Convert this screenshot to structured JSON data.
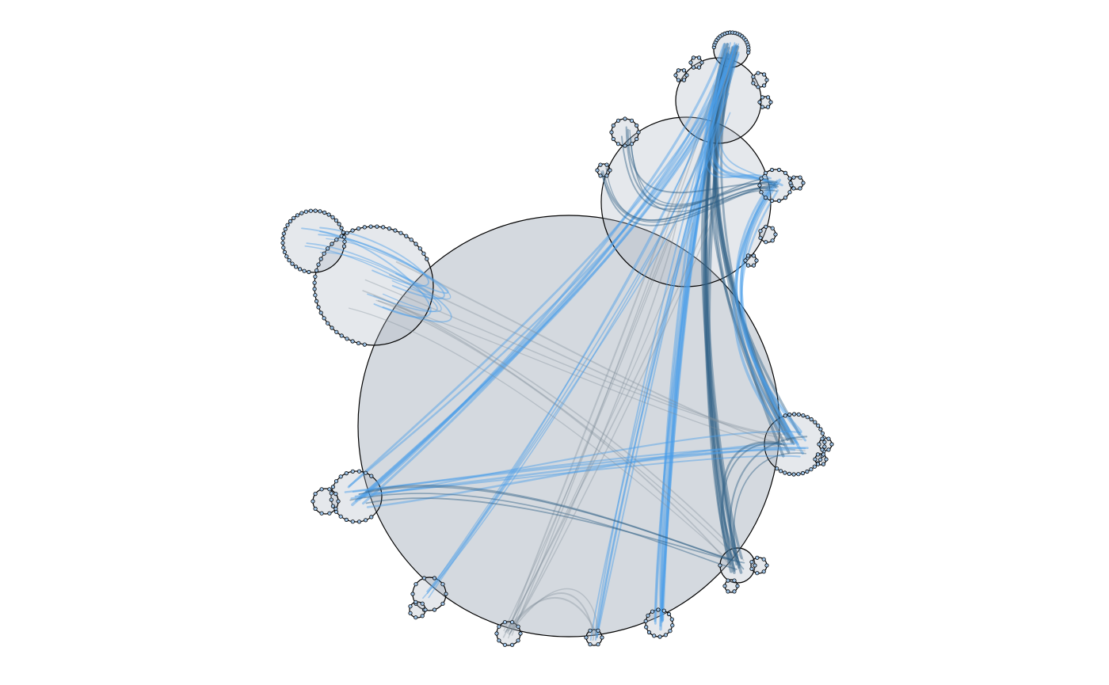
{
  "diagram": {
    "kind": "nested-circle-packing-with-hierarchical-edge-bundling",
    "colors": {
      "background": "#ffffff",
      "group_fill": "#a9b4bf",
      "group_fill_light": "#c9d2db",
      "group_stroke": "#000000",
      "leaf_fill": "#9fc3e6",
      "leaf_stroke": "#000000",
      "edge_light": "#4a9ee8",
      "edge_dark": "#2e5f86",
      "edge_gray": "#7d8b97"
    },
    "groups": [
      {
        "id": "root",
        "parent": null,
        "leaves": 0
      },
      {
        "id": "top-right-large",
        "parent": "root",
        "leaves": 0
      },
      {
        "id": "top-right-mid",
        "parent": "top-right-large",
        "leaves": 0
      },
      {
        "id": "top-cluster",
        "parent": "top-right-mid",
        "leaves": 22
      },
      {
        "id": "top-small-a",
        "parent": "top-right-mid",
        "leaves": 6
      },
      {
        "id": "top-small-b",
        "parent": "top-right-mid",
        "leaves": 6
      },
      {
        "id": "top-small-c",
        "parent": "top-right-mid",
        "leaves": 7
      },
      {
        "id": "top-small-d",
        "parent": "top-right-mid",
        "leaves": 6
      },
      {
        "id": "upper-mid-small",
        "parent": "top-right-large",
        "leaves": 12
      },
      {
        "id": "upper-left-tiny",
        "parent": "top-right-large",
        "leaves": 6
      },
      {
        "id": "right-upper-a",
        "parent": "top-right-large",
        "leaves": 14
      },
      {
        "id": "right-upper-b",
        "parent": "top-right-large",
        "leaves": 6
      },
      {
        "id": "right-mid-small",
        "parent": "top-right-large",
        "leaves": 7
      },
      {
        "id": "right-lower-small",
        "parent": "top-right-large",
        "leaves": 6
      },
      {
        "id": "upper-left-large",
        "parent": "root",
        "leaves": 40
      },
      {
        "id": "upper-left-far",
        "parent": "upper-left-large",
        "leaves": 32
      },
      {
        "id": "right-cluster",
        "parent": "root",
        "leaves": 28
      },
      {
        "id": "right-cluster-a",
        "parent": "right-cluster",
        "leaves": 6
      },
      {
        "id": "right-cluster-b",
        "parent": "right-cluster",
        "leaves": 6
      },
      {
        "id": "left-lower",
        "parent": "root",
        "leaves": 18
      },
      {
        "id": "left-lower-far",
        "parent": "left-lower",
        "leaves": 10
      },
      {
        "id": "bottom-right-mid",
        "parent": "root",
        "leaves": 2
      },
      {
        "id": "bottom-right-a",
        "parent": "bottom-right-mid",
        "leaves": 7
      },
      {
        "id": "bottom-right-b",
        "parent": "bottom-right-mid",
        "leaves": 6
      },
      {
        "id": "bottom-left-mid",
        "parent": "root",
        "leaves": 10
      },
      {
        "id": "bottom-left-tiny",
        "parent": "bottom-left-mid",
        "leaves": 7
      },
      {
        "id": "bottom-a",
        "parent": "root",
        "leaves": 10
      },
      {
        "id": "bottom-b",
        "parent": "root",
        "leaves": 6
      },
      {
        "id": "bottom-c",
        "parent": "root",
        "leaves": 14
      }
    ],
    "edge_bundles": [
      {
        "from": "top-cluster",
        "to": "bottom-c",
        "count": 9,
        "tone": "light",
        "weight": "heavy"
      },
      {
        "from": "top-cluster",
        "to": "right-cluster",
        "count": 8,
        "tone": "dark",
        "weight": "heavy"
      },
      {
        "from": "top-cluster",
        "to": "bottom-right-mid",
        "count": 8,
        "tone": "dark",
        "weight": "heavy"
      },
      {
        "from": "top-cluster",
        "to": "left-lower",
        "count": 7,
        "tone": "light",
        "weight": "heavy"
      },
      {
        "from": "top-cluster",
        "to": "bottom-b",
        "count": 5,
        "tone": "light",
        "weight": "medium"
      },
      {
        "from": "top-cluster",
        "to": "bottom-a",
        "count": 4,
        "tone": "gray",
        "weight": "light"
      },
      {
        "from": "top-cluster",
        "to": "right-upper-a",
        "count": 6,
        "tone": "light",
        "weight": "medium"
      },
      {
        "from": "top-right-mid",
        "to": "bottom-left-mid",
        "count": 5,
        "tone": "light",
        "weight": "light"
      },
      {
        "from": "right-upper-a",
        "to": "right-cluster",
        "count": 6,
        "tone": "light",
        "weight": "heavy"
      },
      {
        "from": "right-cluster",
        "to": "left-lower",
        "count": 6,
        "tone": "light",
        "weight": "medium"
      },
      {
        "from": "right-cluster",
        "to": "upper-left-large",
        "count": 4,
        "tone": "gray",
        "weight": "light"
      },
      {
        "from": "right-cluster",
        "to": "bottom-right-mid",
        "count": 4,
        "tone": "dark",
        "weight": "medium"
      },
      {
        "from": "upper-left-large",
        "to": "bottom-right-mid",
        "count": 4,
        "tone": "gray",
        "weight": "light"
      },
      {
        "from": "upper-left-large",
        "to": "upper-left-far",
        "count": 8,
        "tone": "light",
        "weight": "light"
      },
      {
        "from": "left-lower",
        "to": "bottom-right-mid",
        "count": 4,
        "tone": "dark",
        "weight": "light"
      },
      {
        "from": "upper-mid-small",
        "to": "right-upper-a",
        "count": 5,
        "tone": "dark",
        "weight": "light"
      },
      {
        "from": "upper-left-tiny",
        "to": "right-upper-a",
        "count": 4,
        "tone": "dark",
        "weight": "light"
      },
      {
        "from": "bottom-a",
        "to": "bottom-b",
        "count": 3,
        "tone": "gray",
        "weight": "light"
      },
      {
        "from": "top-right-large",
        "to": "bottom-a",
        "count": 4,
        "tone": "gray",
        "weight": "light"
      }
    ]
  }
}
